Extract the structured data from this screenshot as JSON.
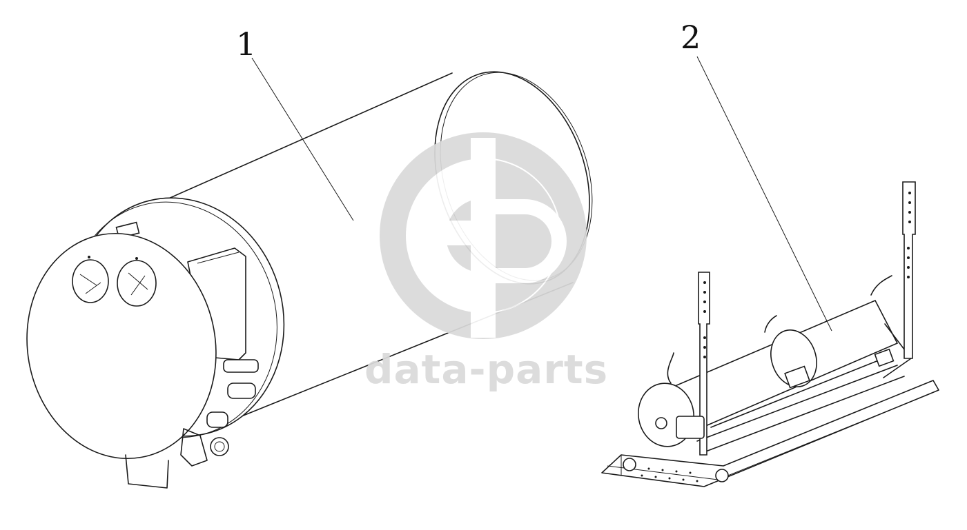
{
  "callouts": {
    "part1": "1",
    "part2": "2"
  },
  "watermark": {
    "text": "data-parts",
    "logo": "dp-logo-icon",
    "color": "#dadada"
  },
  "parts": [
    {
      "id": "1",
      "name": "large-cylindrical-tank"
    },
    {
      "id": "2",
      "name": "small-tank-on-mounting-frame"
    }
  ]
}
